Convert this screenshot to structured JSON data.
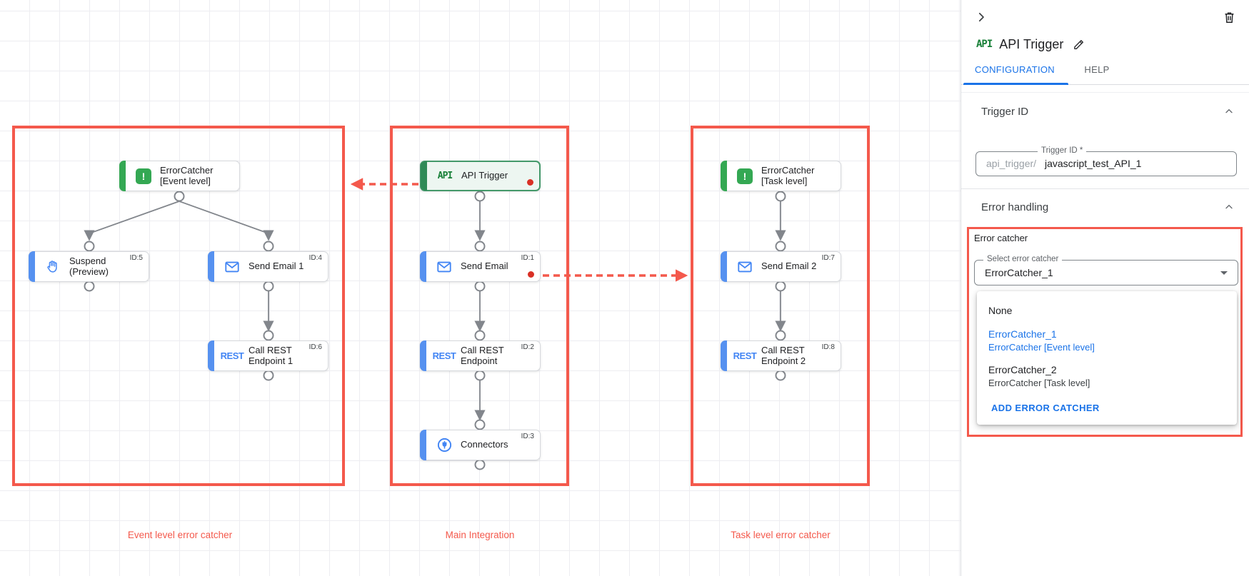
{
  "panel": {
    "node_type_badge": "API",
    "title": "API Trigger",
    "tabs": [
      {
        "label": "CONFIGURATION"
      },
      {
        "label": "HELP"
      }
    ],
    "trigger_id": {
      "heading": "Trigger ID",
      "field_label": "Trigger ID *",
      "prefix": "api_trigger/",
      "value": "javascript_test_API_1"
    },
    "error_handling": {
      "heading": "Error handling",
      "group_label": "Error catcher",
      "select_label": "Select error catcher",
      "select_value": "ErrorCatcher_1",
      "menu": {
        "none_label": "None",
        "options": [
          {
            "name": "ErrorCatcher_1",
            "subtitle": "ErrorCatcher [Event level]"
          },
          {
            "name": "ErrorCatcher_2",
            "subtitle": "ErrorCatcher [Task level]"
          }
        ],
        "add_label": "ADD ERROR CATCHER"
      }
    }
  },
  "canvas": {
    "groups": [
      {
        "label": "Event level error catcher"
      },
      {
        "label": "Main Integration"
      },
      {
        "label": "Task level error catcher"
      }
    ],
    "nodes": [
      {
        "title": "ErrorCatcher [Event level]",
        "id_label": ""
      },
      {
        "title": "Suspend (Preview)",
        "id_label": "ID:5"
      },
      {
        "title": "Send Email 1",
        "id_label": "ID:4"
      },
      {
        "title": "Call REST Endpoint 1",
        "id_label": "ID:6"
      },
      {
        "title": "API Trigger",
        "id_label": ""
      },
      {
        "title": "Send Email",
        "id_label": "ID:1"
      },
      {
        "title": "Call REST Endpoint",
        "id_label": "ID:2"
      },
      {
        "title": "Connectors",
        "id_label": "ID:3"
      },
      {
        "title": "ErrorCatcher [Task level]",
        "id_label": ""
      },
      {
        "title": "Send Email 2",
        "id_label": "ID:7"
      },
      {
        "title": "Call REST Endpoint 2",
        "id_label": "ID:8"
      }
    ],
    "icon_labels": {
      "api": "API",
      "rest": "REST",
      "error_glyph": "!"
    },
    "colors": {
      "annotation_red": "#f4594c",
      "node_blue": "#4285f4",
      "node_green": "#34a853",
      "edge_gray": "#82868c",
      "accent_blue": "#1a73e8",
      "dot_red": "#d93025"
    }
  }
}
